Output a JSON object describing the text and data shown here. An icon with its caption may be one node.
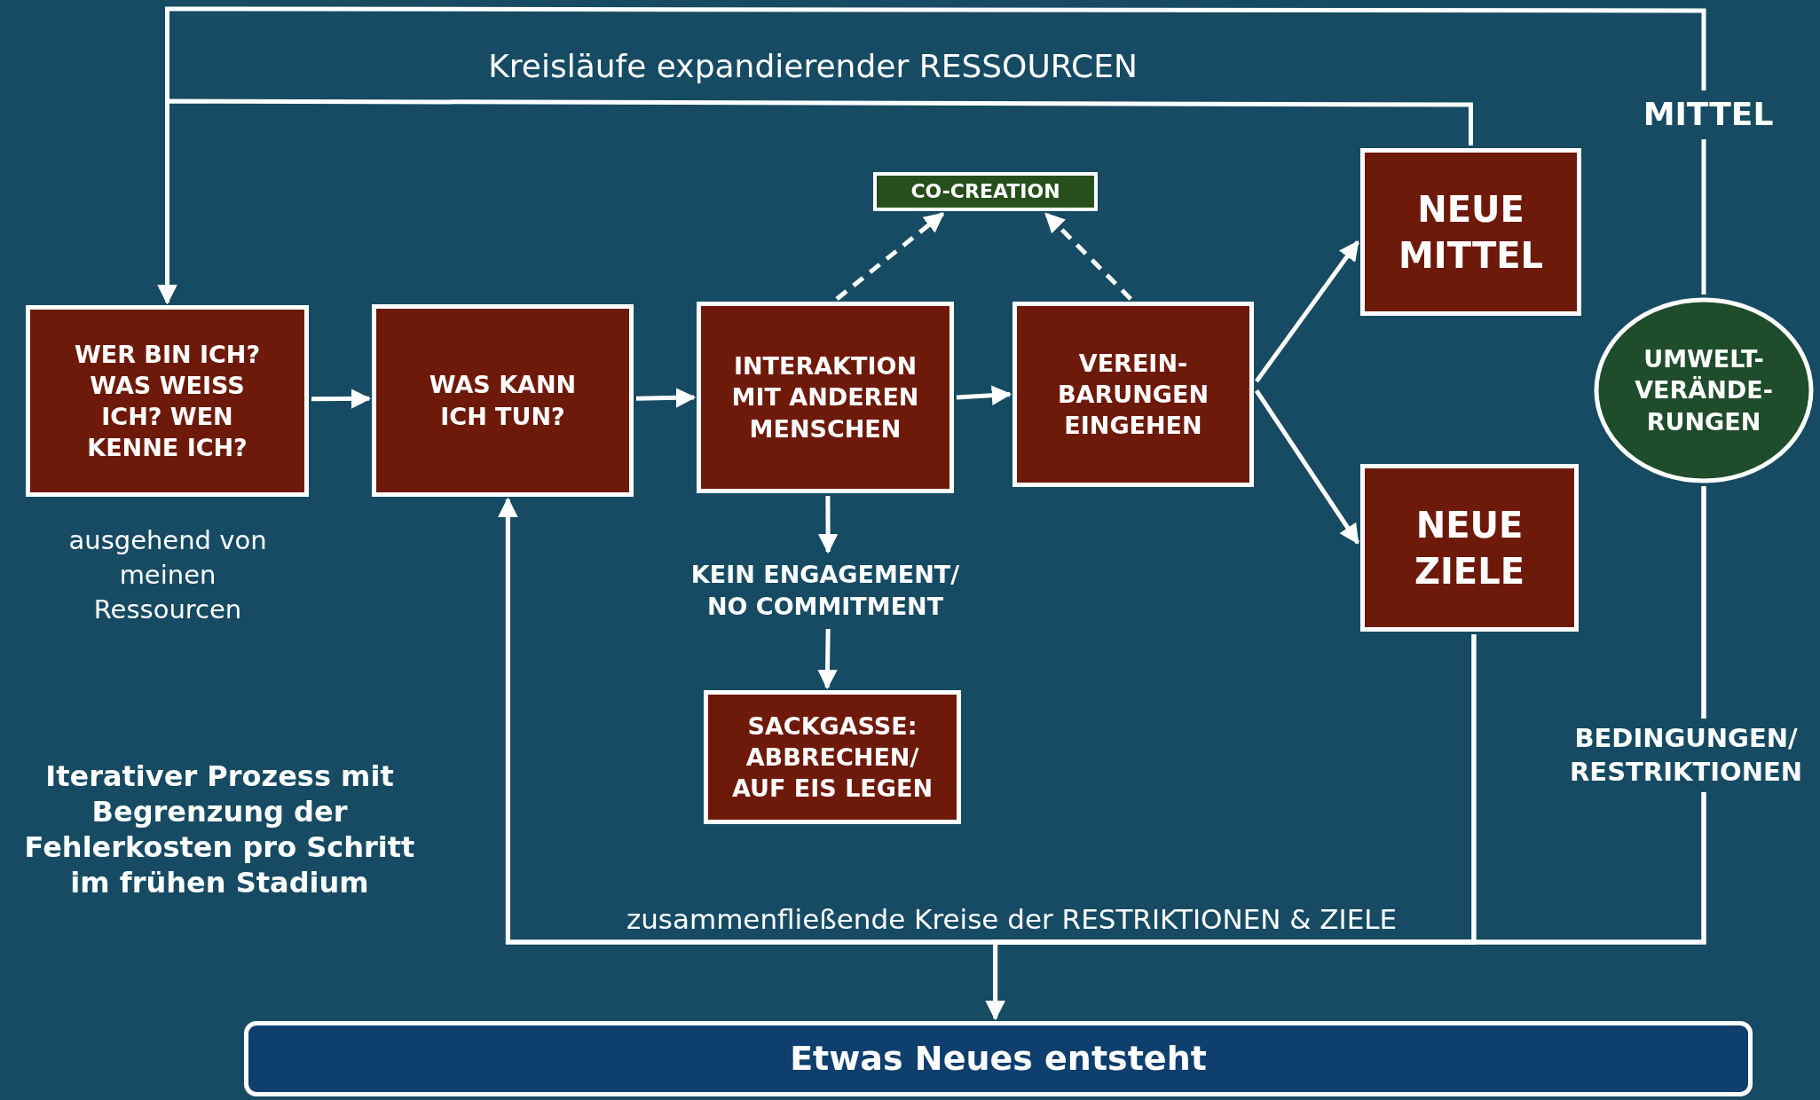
{
  "diagram": {
    "nodes": [
      {
        "text": [
          "WER BIN ICH? WAS WEISS ICH? WEN KENNE ICH?"
        ],
        "beside": [
          "ausgehend von meinen Ressourcen"
        ]
      },
      {
        "text": [
          "WAS KANN ICH TUN?"
        ]
      },
      {
        "text": [
          "INTERAKTION MIT ANDEREN MENSCHEN"
        ]
      },
      {
        "text": [
          "VEREIN- BARUNGEN EINGEHEN"
        ]
      },
      {
        "text": [
          "CO-CREATION"
        ]
      },
      {
        "text": [
          "NEUE MITTEL"
        ]
      },
      {
        "text": [
          "NEUE ZIELE"
        ]
      },
      {
        "text": [
          "UMWELT- VERÄNDE- RUNGEN"
        ]
      },
      {
        "text": [
          "KEIN ENGAGEMENT/ NO COMMITMENT"
        ]
      },
      {
        "text": [
          "SACKGASSE: ABBRECHEN/ AUF EIS LEGEN"
        ]
      },
      {
        "text": [
          "Etwas Neues entsteht"
        ]
      }
    ],
    "edges": [
      {
        "from": 0,
        "to": 1,
        "arrow": "to"
      },
      {
        "from": 1,
        "to": 2,
        "arrow": "to"
      },
      {
        "from": 2,
        "to": 3,
        "arrow": "to"
      },
      {
        "from": 2,
        "to": 4,
        "arrow": "to",
        "style": "dashed"
      },
      {
        "from": 3,
        "to": 4,
        "arrow": "to",
        "style": "dashed"
      },
      {
        "from": 3,
        "to": 5,
        "arrow": "to"
      },
      {
        "from": 3,
        "to": 6,
        "arrow": "to"
      },
      {
        "from": 2,
        "to": 8,
        "arrow": "to"
      },
      {
        "from": 8,
        "to": 9,
        "arrow": "to"
      },
      {
        "from": 5,
        "to": 0,
        "arrow": "to"
      },
      {
        "from": 7,
        "to": 0,
        "arrow": "to",
        "label": "MITTEL"
      },
      {
        "from": 6,
        "to": 1,
        "arrow": "to"
      },
      {
        "from": 7,
        "to": 1,
        "arrow": "to",
        "label": "BEDINGUNGEN/ RESTRIKTIONEN"
      },
      {
        "from": 6,
        "to": 10,
        "arrow": "to"
      },
      {
        "from": 7,
        "to": 10,
        "arrow": "to"
      }
    ],
    "labels": [
      "Kreisläufe expandierender RESSOURCEN",
      "Iterativer Prozess mit Begrenzung der Fehlerkosten pro Schritt im frühen Stadium",
      "zusammenfließende Kreise der RESTRIKTIONEN & ZIELE"
    ]
  }
}
